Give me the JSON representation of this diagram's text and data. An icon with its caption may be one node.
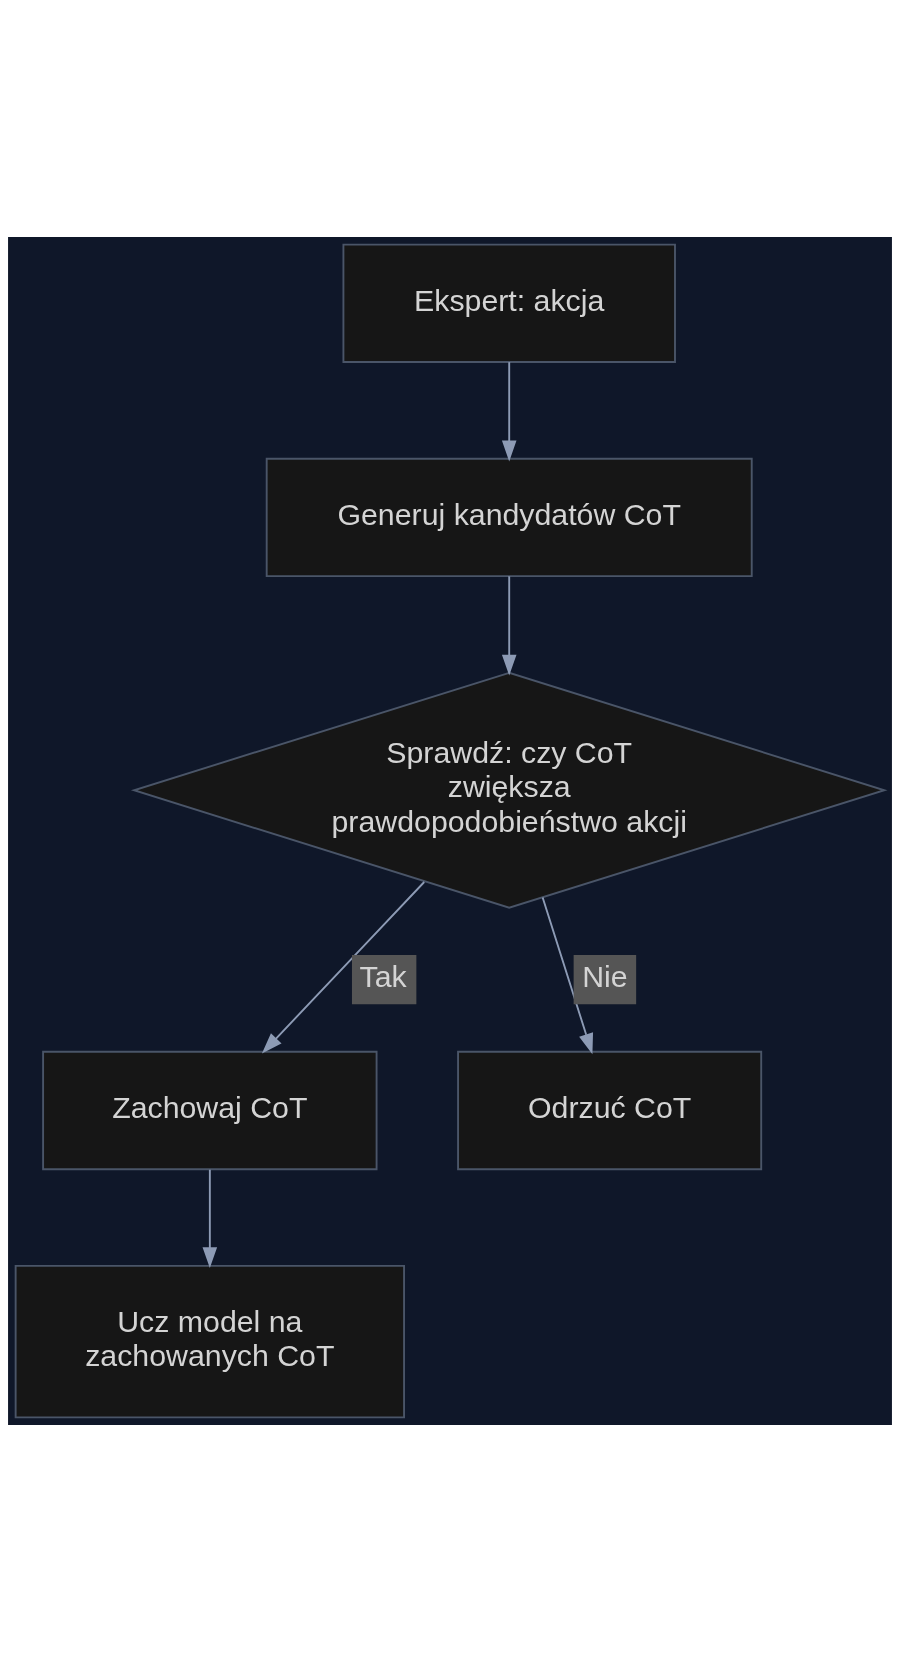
{
  "diagram": {
    "nodes": [
      {
        "text": [
          "Ekspert: akcja"
        ]
      },
      {
        "text": [
          "Generuj kandydatów CoT"
        ]
      },
      {
        "text": [
          "Sprawdź: czy CoT zwiększa prawdopodobieństwo akcji"
        ]
      },
      {
        "text": [
          "Zachowaj CoT"
        ]
      },
      {
        "text": [
          "Odrzuć CoT"
        ]
      },
      {
        "text": [
          "Ucz model na zachowanych CoT"
        ]
      }
    ],
    "edges": [
      {
        "from": 0,
        "to": 1,
        "arrow": "to"
      },
      {
        "from": 1,
        "to": 2,
        "arrow": "to"
      },
      {
        "from": 2,
        "to": 3,
        "arrow": "to",
        "label": "Tak"
      },
      {
        "from": 2,
        "to": 4,
        "arrow": "to",
        "label": "Nie"
      },
      {
        "from": 3,
        "to": 5,
        "arrow": "to"
      }
    ]
  }
}
